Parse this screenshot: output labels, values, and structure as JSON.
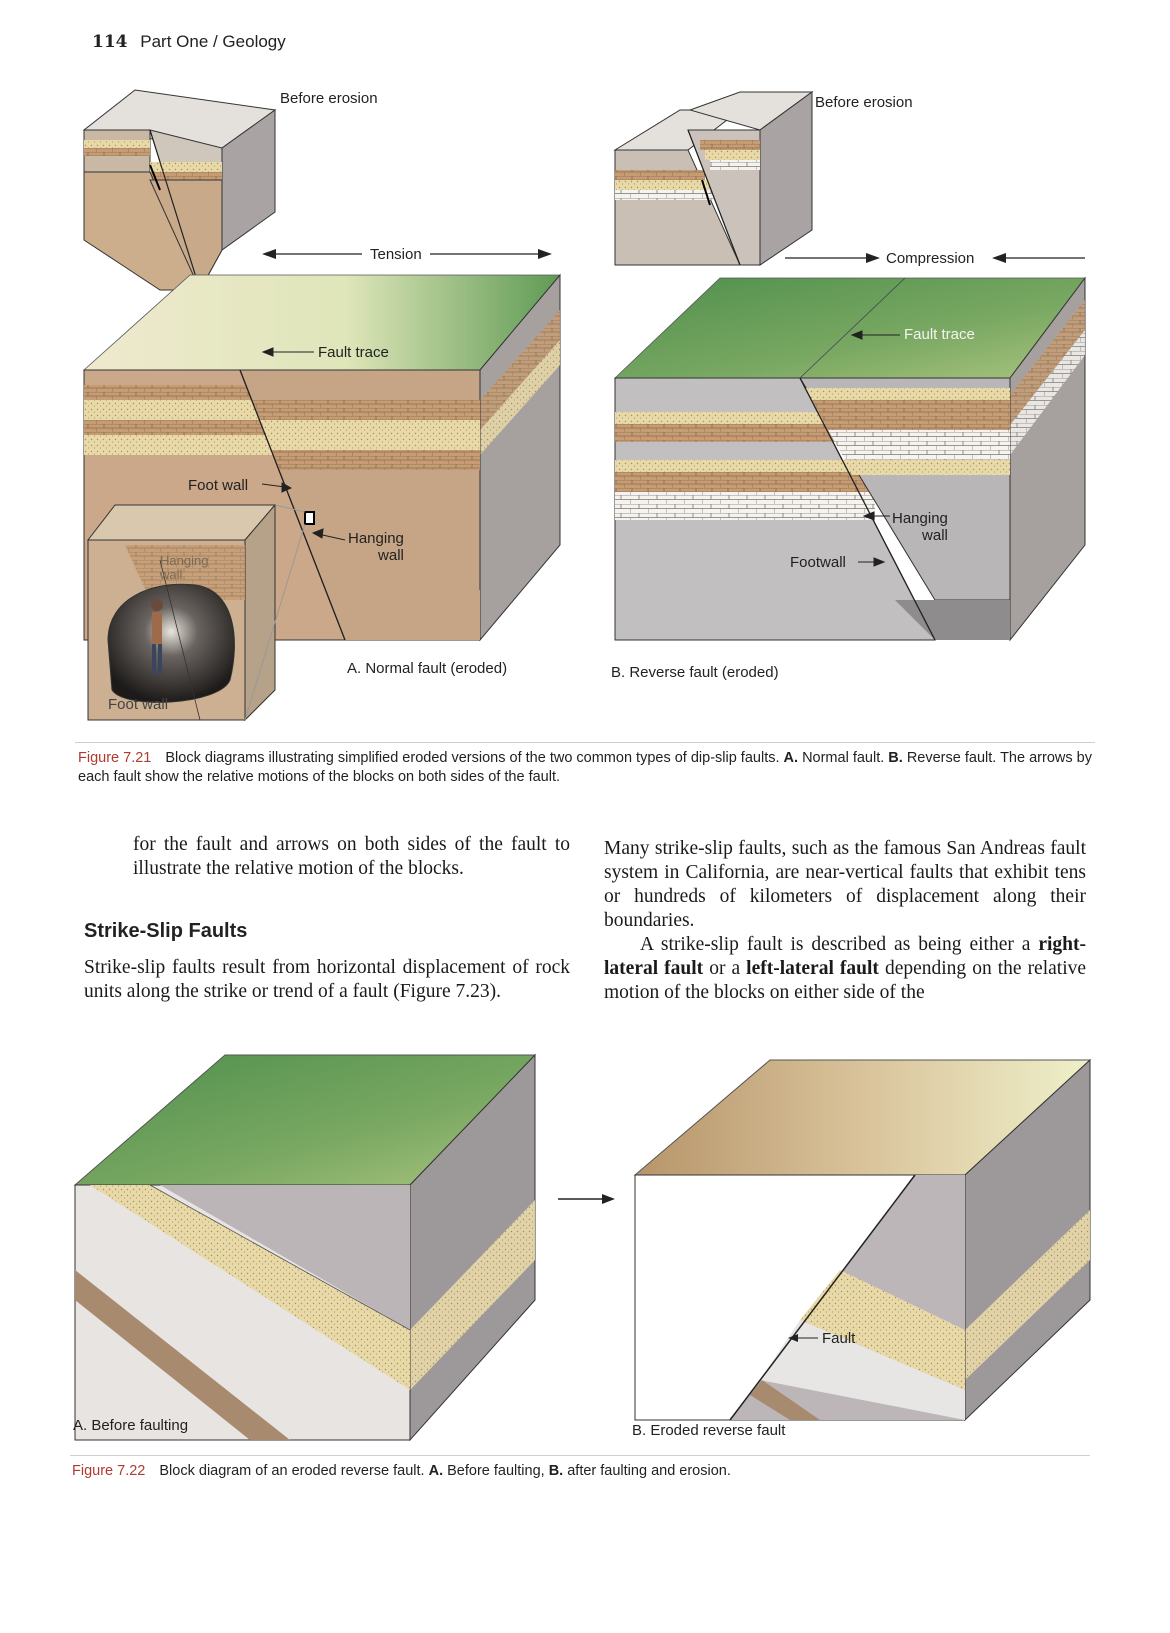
{
  "header": {
    "page_number": "114",
    "running_title": "Part One / Geology"
  },
  "figure_721": {
    "a": {
      "before_label": "Before erosion",
      "tension_label": "Tension",
      "fault_trace_label": "Fault trace",
      "foot_wall_label": "Foot wall",
      "hanging_wall_label": "Hanging\nwall",
      "inset_hanging_label": "Hanging\nwall",
      "inset_foot_label": "Foot wall",
      "caption": "A. Normal fault (eroded)"
    },
    "b": {
      "before_label": "Before erosion",
      "compression_label": "Compression",
      "fault_trace_label": "Fault trace",
      "hanging_wall_label": "Hanging\nwall",
      "footwall_label": "Footwall",
      "caption": "B. Reverse fault (eroded)"
    },
    "caption": {
      "number": "Figure 7.21",
      "text_1": "Block diagrams illustrating simplified eroded versions of the two common types of dip-slip faults.",
      "a_key": "A.",
      "a_text": "Normal fault.",
      "b_key": "B.",
      "b_text": "Reverse fault.",
      "text_2": "The arrows by each fault show the relative motions of the blocks on both sides of the fault."
    }
  },
  "text": {
    "left_para_1": "for the fault and arrows on both sides of the fault to illustrate the relative motion of the blocks.",
    "heading": "Strike-Slip Faults",
    "left_para_2": "Strike-slip faults result from horizontal displacement of rock units along the strike or trend of a fault (Figure 7.23).",
    "right_para_1": "Many strike-slip faults, such as the famous San Andreas fault system in California, are near-vertical faults that exhibit tens or hundreds of kilometers of displacement along their boundaries.",
    "right_para_2_a": "A strike-slip fault is described as being either a",
    "right_para_2_term1": "right-lateral fault",
    "right_para_2_b": "or a",
    "right_para_2_term2": "left-lateral fault",
    "right_para_2_c": "depending on the relative motion of the blocks on either side of the"
  },
  "figure_722": {
    "a_label": "A. Before faulting",
    "b_label": "B. Eroded reverse fault",
    "fault_label": "Fault",
    "caption": {
      "number": "Figure 7.22",
      "text_1": "Block diagram of an eroded reverse fault.",
      "a_key": "A.",
      "a_text": "Before faulting,",
      "b_key": "B.",
      "b_text": "after faulting and erosion."
    }
  },
  "colors": {
    "accent": "#b03a2e",
    "green": "#6a9a58",
    "tan": "#c9a98a",
    "gray": "#b8b5b8"
  }
}
